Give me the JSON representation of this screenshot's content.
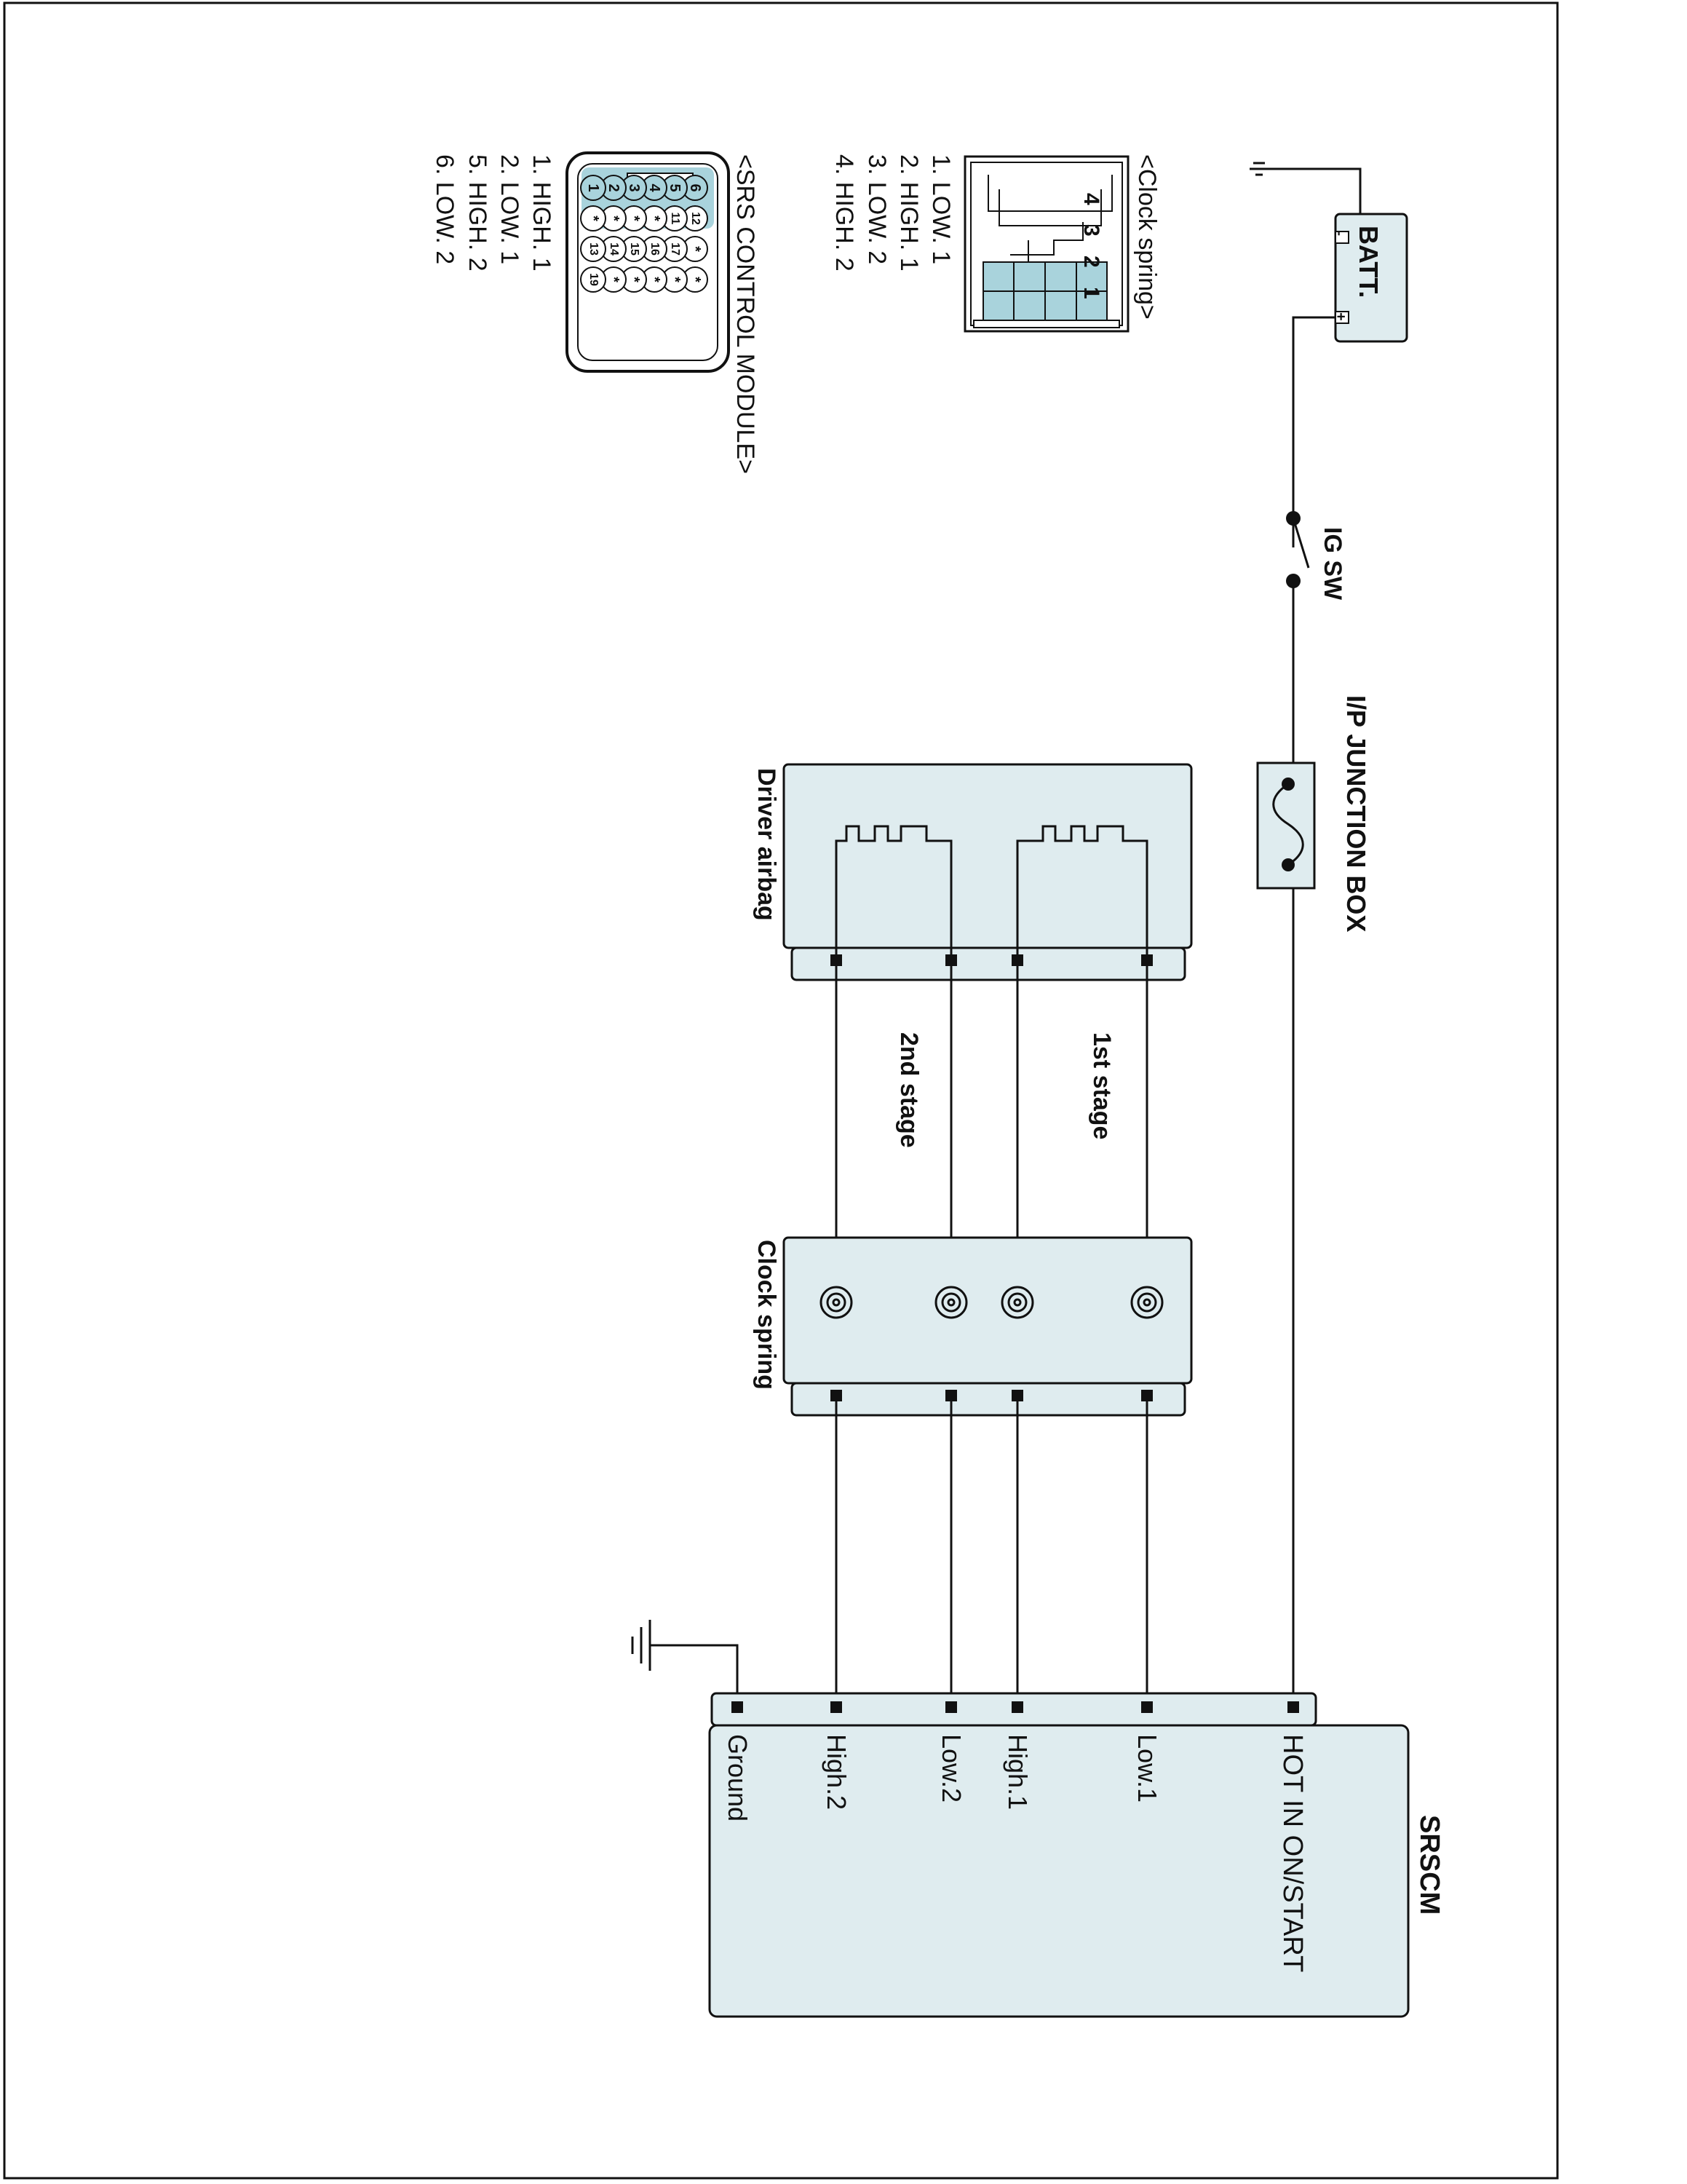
{
  "battery": {
    "label": "BATT.",
    "neg": "-",
    "pos": "+"
  },
  "ig_switch": {
    "label": "IG SW"
  },
  "junction_box": {
    "label": "I/P JUNCTION BOX"
  },
  "driver_airbag": {
    "label": "Driver airbag"
  },
  "stages": {
    "first": "1st stage",
    "second": "2nd stage"
  },
  "clock_spring_box": {
    "label": "Clock spring"
  },
  "srscm": {
    "title": "SRSCM",
    "pins": [
      "HOT IN ON/START",
      "Low.1",
      "High.1",
      "Low.2",
      "High.2",
      "Ground"
    ]
  },
  "clock_spring_connector": {
    "title": "<Clock spring>",
    "pins": [
      "4",
      "3",
      "2",
      "1"
    ],
    "legend": [
      "1. LOW. 1",
      "2. HIGH. 1",
      "3. LOW. 2",
      "4. HIGH. 2"
    ]
  },
  "srs_module_connector": {
    "title": "<SRS CONTROL MODULE>",
    "legend": [
      "1. HIGH. 1",
      "2. LOW. 1",
      "5. HIGH. 2",
      "6. LOW. 2"
    ],
    "pins_top": [
      "6",
      "5",
      "4",
      "3",
      "2",
      "1"
    ],
    "pins_mid1": [
      "12",
      "11",
      "*",
      "*",
      "*",
      "*"
    ],
    "pins_mid2": [
      "*",
      "17",
      "16",
      "15",
      "14",
      "13"
    ],
    "pins_bot": [
      "*",
      "*",
      "*",
      "*",
      "*",
      "19"
    ]
  },
  "colors": {
    "fill": "#dfecef",
    "pin_highlight": "#a9d3dc",
    "line": "#111111"
  }
}
